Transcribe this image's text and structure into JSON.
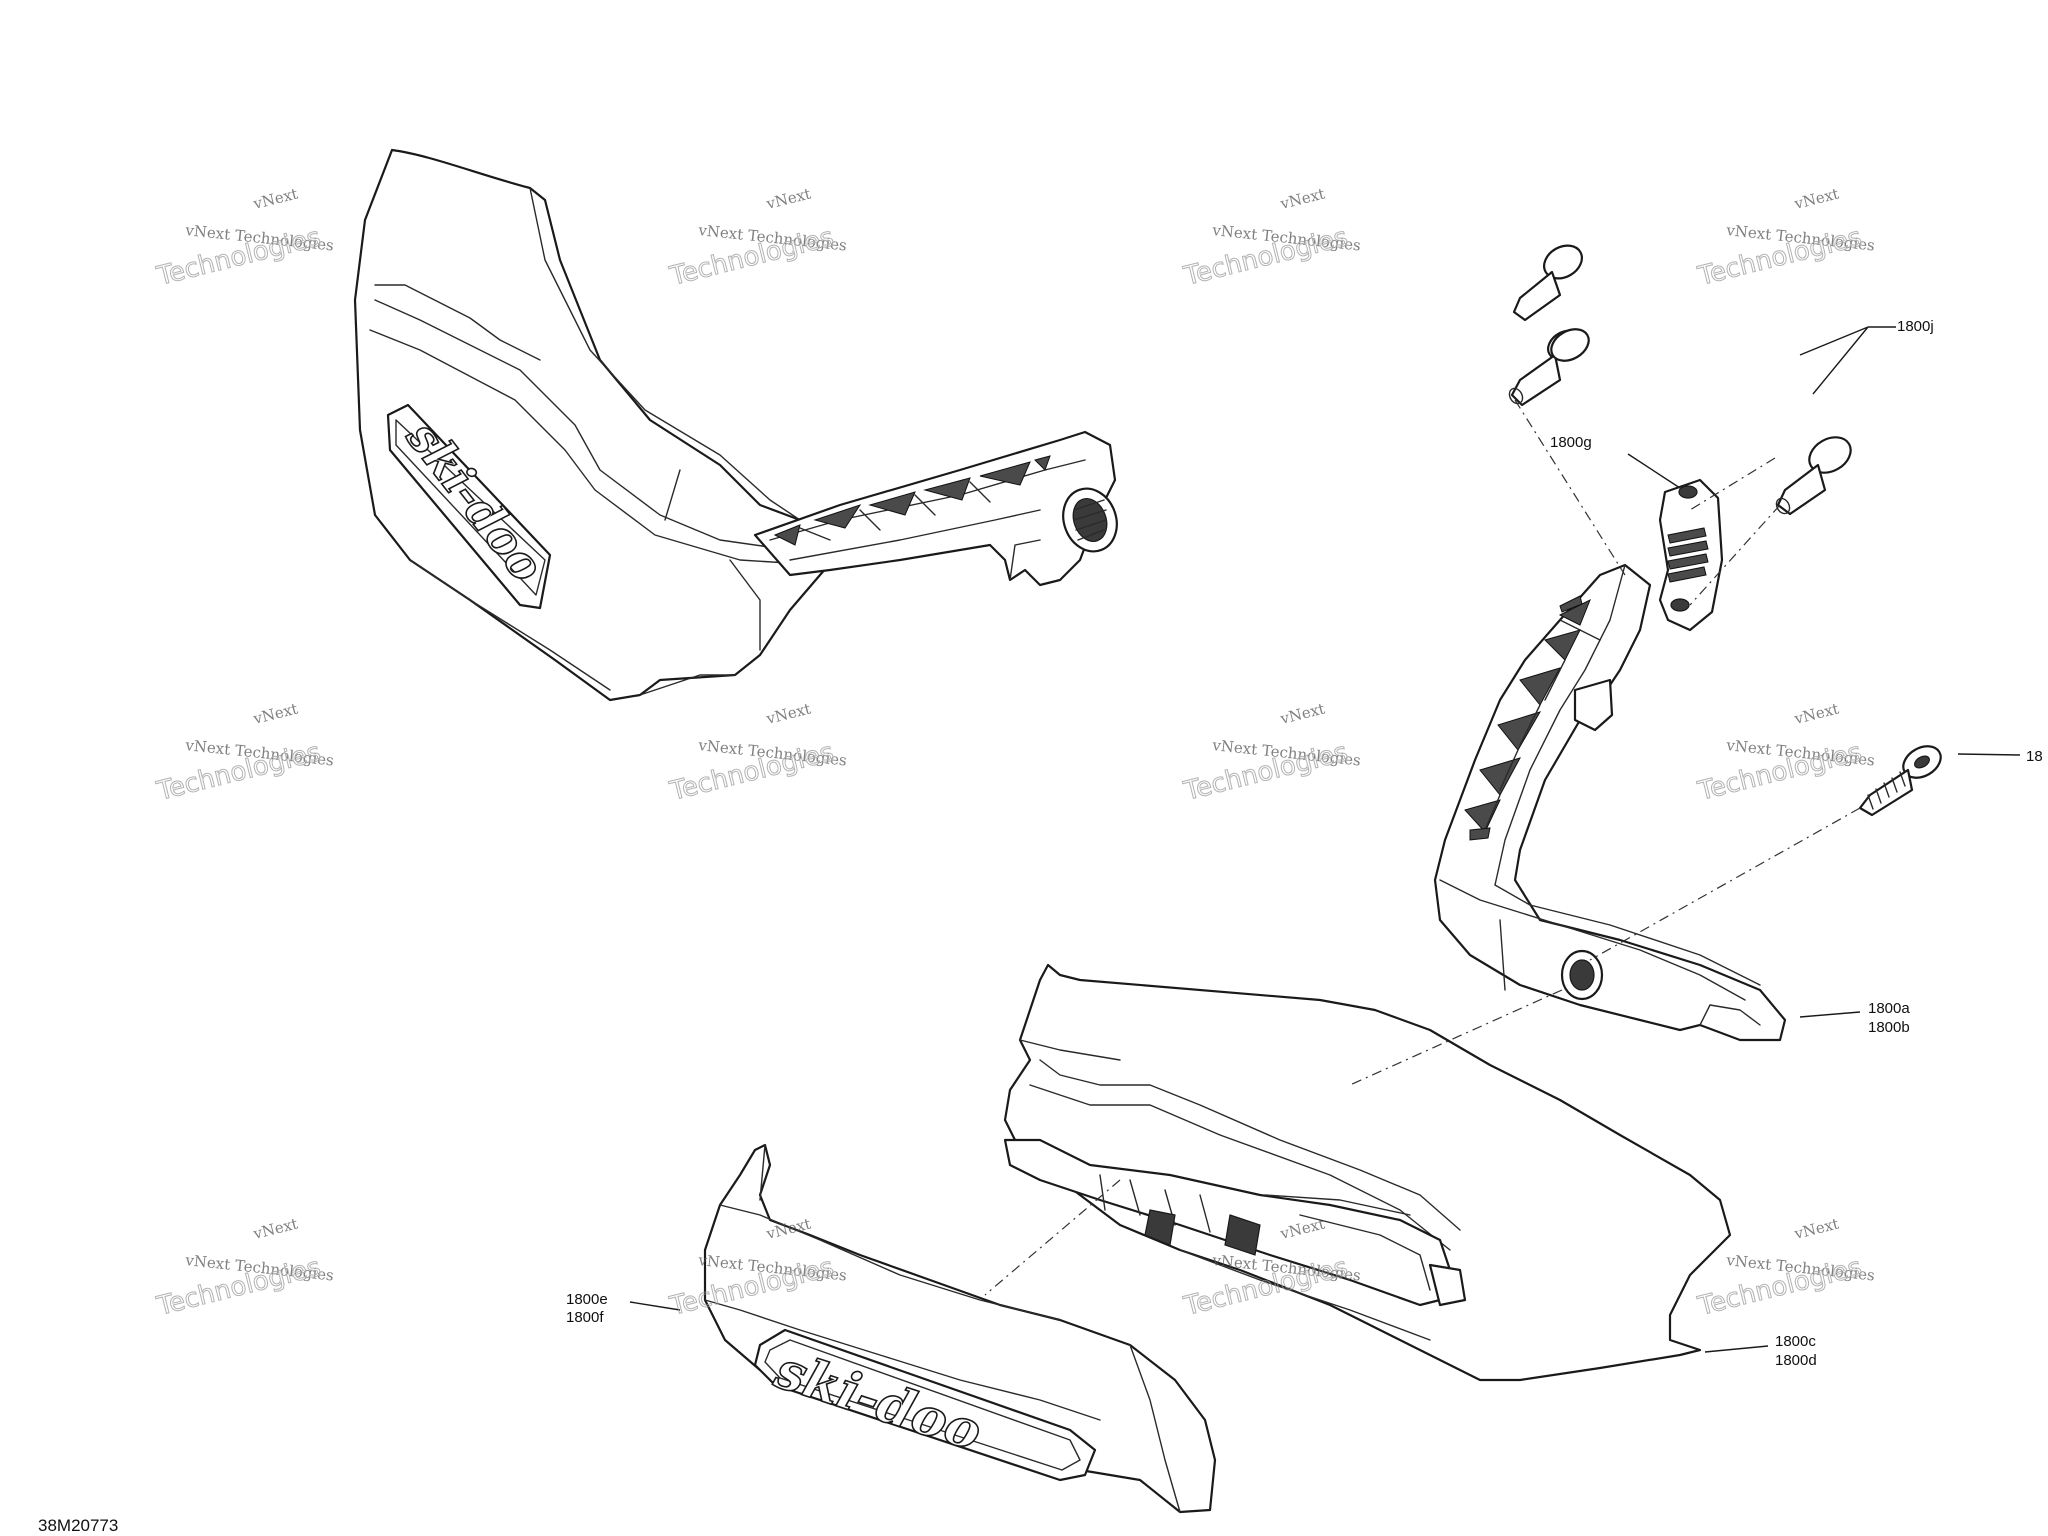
{
  "drawing": {
    "reference_number": "38M20773"
  },
  "callouts": {
    "c_1800j": "1800j",
    "c_1800g": "1800g",
    "c_18": "18",
    "c_1800a": "1800a",
    "c_1800b": "1800b",
    "c_1800c": "1800c",
    "c_1800d": "1800d",
    "c_1800e": "1800e",
    "c_1800f": "1800f"
  },
  "logos": {
    "left_shield_logo": "ski-doo",
    "lower_deflector_logo": "ski-doo"
  },
  "watermark": {
    "line_top": "vNext",
    "line_middle": "vNext Technologies",
    "line_bottom": "Technologies"
  }
}
